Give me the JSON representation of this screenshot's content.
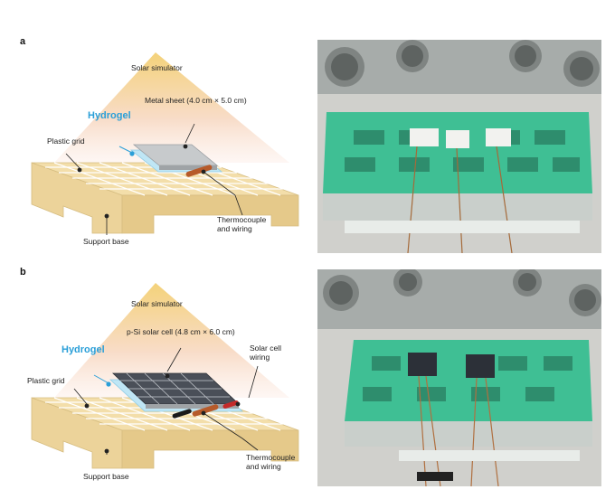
{
  "panels": [
    {
      "letter": "a",
      "light_label": "Solar simulator",
      "hydrogel_label": "Hydrogel",
      "sheet_label": "Metal sheet (4.0 cm × 5.0 cm)",
      "grid_label": "Plastic grid",
      "base_label": "Support base",
      "thermo_label_line1": "Thermocouple",
      "thermo_label_line2": "and wiring"
    },
    {
      "letter": "b",
      "light_label": "Solar simulator",
      "hydrogel_label": "Hydrogel",
      "sheet_label": "p-Si solar cell (4.8 cm × 6.0 cm)",
      "solar_wiring_line1": "Solar cell",
      "solar_wiring_line2": "wiring",
      "grid_label": "Plastic grid",
      "base_label": "Support base",
      "thermo_label_line1": "Thermocouple",
      "thermo_label_line2": "and wiring"
    }
  ],
  "colors": {
    "hydrogel": "#2a9fd8",
    "light_top": "#f5d680",
    "light_bottom": "#fbe6dc",
    "base": "#f0d9a4",
    "grid_mesh": "#3fbf94"
  }
}
